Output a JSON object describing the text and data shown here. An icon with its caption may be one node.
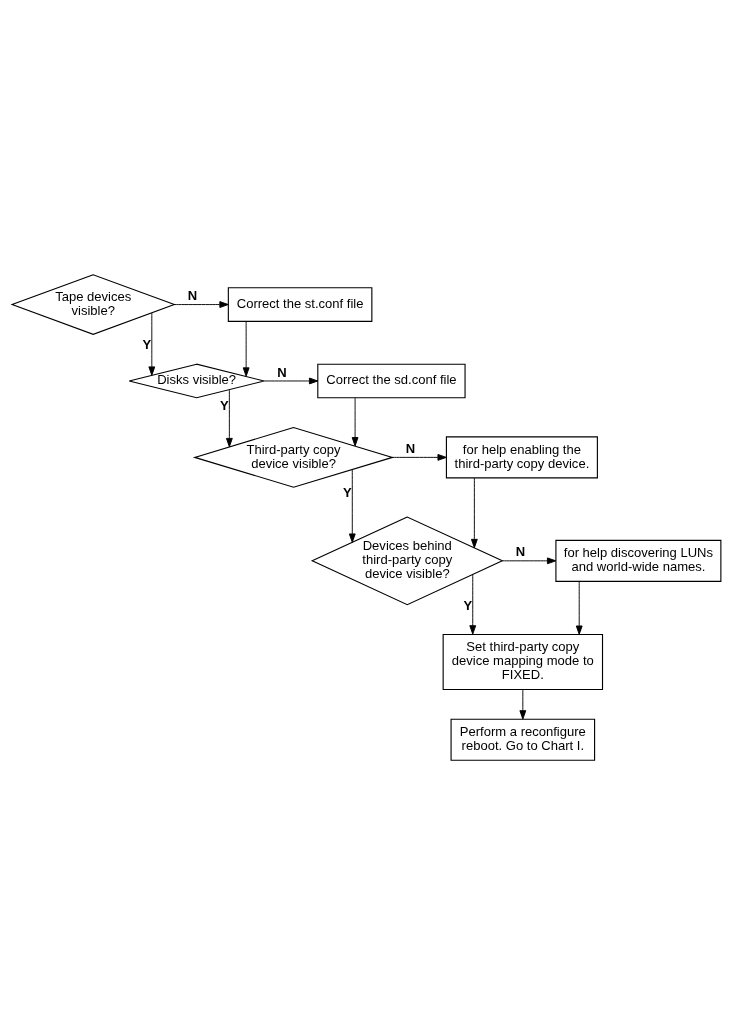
{
  "diagram": {
    "nodes": [
      {
        "text": [
          "Tape devices visible?"
        ]
      },
      {
        "text": [
          "Correct the st.conf file"
        ]
      },
      {
        "text": [
          "Disks visible?"
        ]
      },
      {
        "text": [
          "Correct the sd.conf file"
        ]
      },
      {
        "text": [
          "Third-party copy device visible?"
        ]
      },
      {
        "text": [
          "for help enabling the third-party copy device."
        ]
      },
      {
        "text": [
          "Devices behind third-party copy device visible?"
        ]
      },
      {
        "text": [
          "for help discovering LUNs and world-wide names."
        ]
      },
      {
        "text": [
          "Set third-party copy device mapping mode to FIXED."
        ]
      },
      {
        "text": [
          "Perform a reconfigure reboot. Go to Chart I."
        ]
      }
    ],
    "edges": [
      {
        "from": 0,
        "to": 1,
        "arrow": "to",
        "label": "N"
      },
      {
        "from": 0,
        "to": 2,
        "arrow": "to",
        "label": "Y"
      },
      {
        "from": 1,
        "to": 2,
        "arrow": "to"
      },
      {
        "from": 2,
        "to": 3,
        "arrow": "to",
        "label": "N"
      },
      {
        "from": 2,
        "to": 4,
        "arrow": "to",
        "label": "Y"
      },
      {
        "from": 3,
        "to": 4,
        "arrow": "to"
      },
      {
        "from": 4,
        "to": 5,
        "arrow": "to",
        "label": "N"
      },
      {
        "from": 4,
        "to": 6,
        "arrow": "to",
        "label": "Y"
      },
      {
        "from": 5,
        "to": 6,
        "arrow": "to"
      },
      {
        "from": 6,
        "to": 7,
        "arrow": "to",
        "label": "N"
      },
      {
        "from": 6,
        "to": 8,
        "arrow": "to",
        "label": "Y"
      },
      {
        "from": 7,
        "to": 8,
        "arrow": "to"
      },
      {
        "from": 8,
        "to": 9,
        "arrow": "to"
      }
    ]
  }
}
